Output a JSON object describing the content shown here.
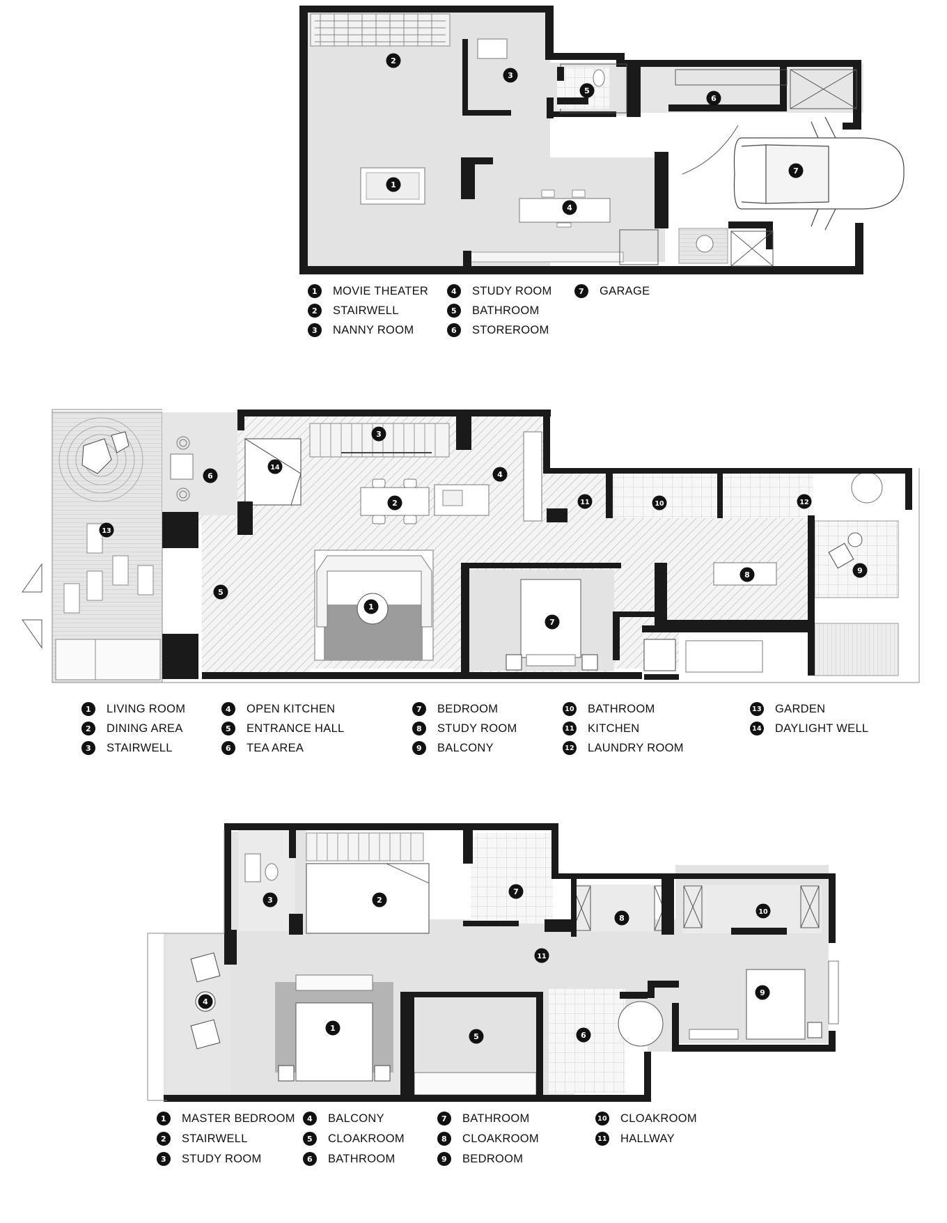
{
  "colors": {
    "wall": "#1a1a1a",
    "floor": "#e3e3e3",
    "hatch": "#b3b3b3",
    "outline": "#555555",
    "badge": "#111111"
  },
  "plans": [
    {
      "id": "basement",
      "markers": [
        "2",
        "3",
        "5",
        "6",
        "1",
        "7",
        "4"
      ],
      "legend": [
        {
          "num": "1",
          "label": "MOVIE THEATER"
        },
        {
          "num": "2",
          "label": "STAIRWELL"
        },
        {
          "num": "3",
          "label": "NANNY ROOM"
        },
        {
          "num": "4",
          "label": "STUDY ROOM"
        },
        {
          "num": "5",
          "label": "BATHROOM"
        },
        {
          "num": "6",
          "label": "STOREROOM"
        },
        {
          "num": "7",
          "label": "GARAGE"
        }
      ]
    },
    {
      "id": "ground",
      "markers": [
        "3",
        "14",
        "6",
        "2",
        "4",
        "11",
        "10",
        "12",
        "13",
        "5",
        "1",
        "7",
        "8",
        "9"
      ],
      "legend": [
        {
          "num": "1",
          "label": "LIVING ROOM"
        },
        {
          "num": "2",
          "label": "DINING AREA"
        },
        {
          "num": "3",
          "label": "STAIRWELL"
        },
        {
          "num": "4",
          "label": "OPEN KITCHEN"
        },
        {
          "num": "5",
          "label": "ENTRANCE HALL"
        },
        {
          "num": "6",
          "label": "TEA AREA"
        },
        {
          "num": "7",
          "label": "BEDROOM"
        },
        {
          "num": "8",
          "label": "STUDY ROOM"
        },
        {
          "num": "9",
          "label": "BALCONY"
        },
        {
          "num": "10",
          "label": "BATHROOM"
        },
        {
          "num": "11",
          "label": "KITCHEN"
        },
        {
          "num": "12",
          "label": "LAUNDRY ROOM"
        },
        {
          "num": "13",
          "label": "GARDEN"
        },
        {
          "num": "14",
          "label": "DAYLIGHT WELL"
        }
      ]
    },
    {
      "id": "upper",
      "markers": [
        "3",
        "2",
        "7",
        "8",
        "10",
        "11",
        "4",
        "1",
        "5",
        "6",
        "9"
      ],
      "legend": [
        {
          "num": "1",
          "label": "MASTER BEDROOM"
        },
        {
          "num": "2",
          "label": "STAIRWELL"
        },
        {
          "num": "3",
          "label": "STUDY ROOM"
        },
        {
          "num": "4",
          "label": "BALCONY"
        },
        {
          "num": "5",
          "label": "CLOAKROOM"
        },
        {
          "num": "6",
          "label": "BATHROOM"
        },
        {
          "num": "7",
          "label": "BATHROOM"
        },
        {
          "num": "8",
          "label": "CLOAKROOM"
        },
        {
          "num": "9",
          "label": "BEDROOM"
        },
        {
          "num": "10",
          "label": "CLOAKROOM"
        },
        {
          "num": "11",
          "label": "HALLWAY"
        }
      ]
    }
  ]
}
